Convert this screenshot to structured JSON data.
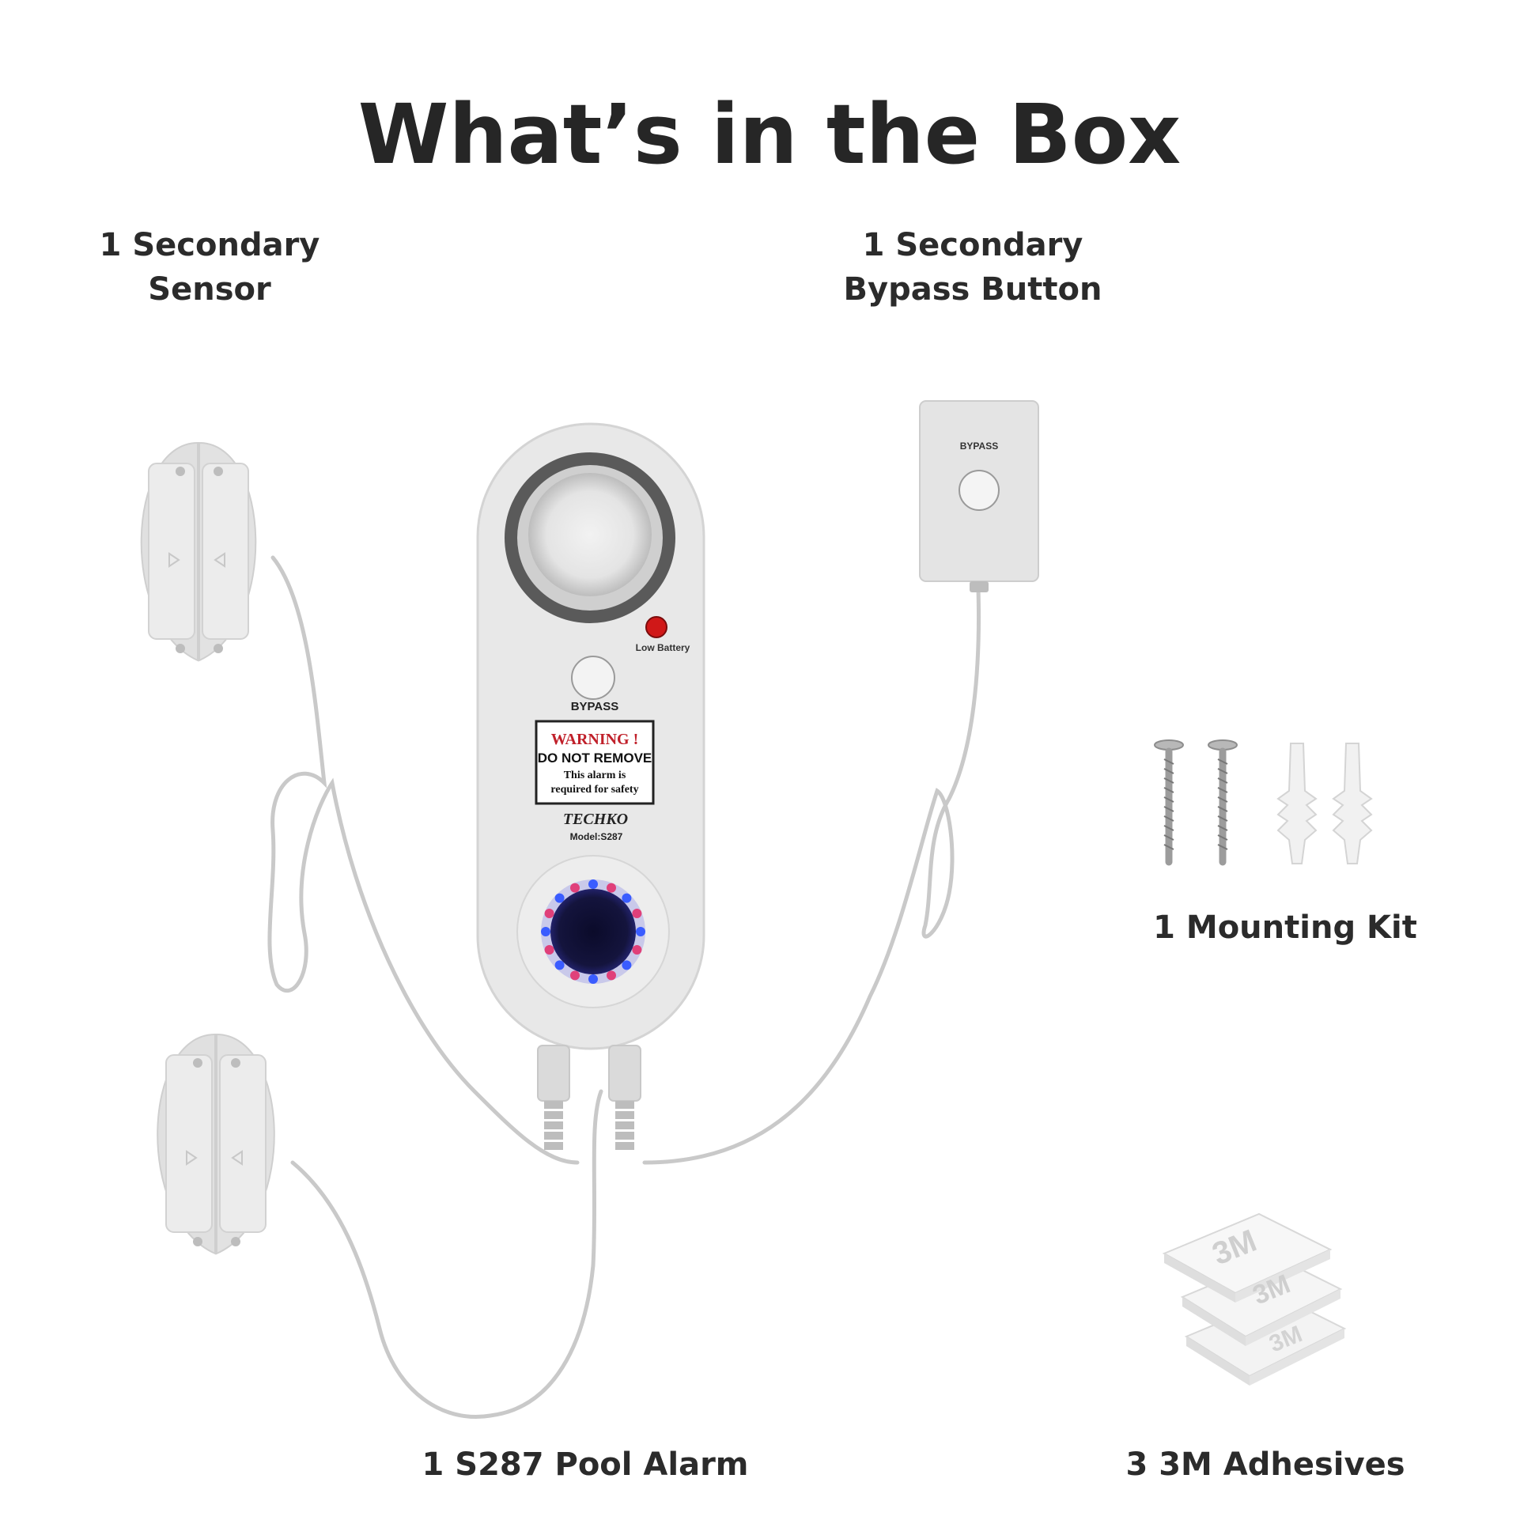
{
  "title": "What’s in the Box",
  "items": {
    "sensor": {
      "line1": "1 Secondary",
      "line2": "Sensor"
    },
    "bypass_button": {
      "line1": "1 Secondary",
      "line2": "Bypass Button"
    },
    "mounting_kit": {
      "label": "1 Mounting Kit"
    },
    "pool_alarm": {
      "label": "1 S287 Pool Alarm"
    },
    "adhesives": {
      "label": "3 3M Adhesives"
    }
  },
  "device": {
    "low_battery": "Low Battery",
    "bypass": "BYPASS",
    "warning_line1": "WARNING !",
    "warning_line2": "DO NOT REMOVE",
    "warning_line3": "This alarm is",
    "warning_line4": "required for safety",
    "brand": "TECHKO",
    "model": "Model:S287"
  },
  "bypass_box": {
    "label": "BYPASS"
  },
  "adhesive_brand": "3M",
  "colors": {
    "device_body": "#e8e8e8",
    "cable": "#c9c9c9",
    "warning_red": "#c0202a",
    "led_red": "#d01818"
  }
}
